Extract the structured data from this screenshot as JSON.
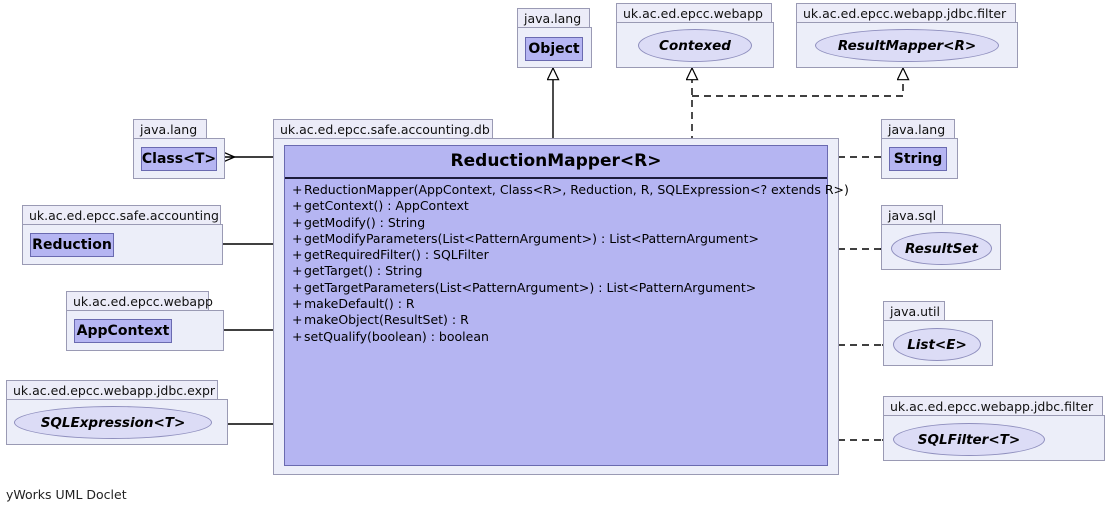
{
  "diagram": {
    "tool_credit": "yWorks UML Doclet",
    "colors": {
      "class_fill": "#b5b5f2",
      "class_border": "#6a6ab0",
      "interface_fill": "#dcdcf6",
      "interface_border": "#8f8fbe",
      "package_fill": "#eceef9",
      "package_border": "#9a9ab4",
      "edge": "#000000",
      "background": "#ffffff"
    }
  },
  "main_class": {
    "package": "uk.ac.ed.epcc.safe.accounting.db",
    "name": "ReductionMapper<R>",
    "stereotype": "class",
    "members": [
      {
        "visibility": "+",
        "signature": "ReductionMapper(AppContext, Class<R>, Reduction, R, SQLExpression<? extends R>)"
      },
      {
        "visibility": "+",
        "signature": "getContext() : AppContext"
      },
      {
        "visibility": "+",
        "signature": "getModify() : String"
      },
      {
        "visibility": "+",
        "signature": "getModifyParameters(List<PatternArgument>) : List<PatternArgument>"
      },
      {
        "visibility": "+",
        "signature": "getRequiredFilter() : SQLFilter"
      },
      {
        "visibility": "+",
        "signature": "getTarget() : String"
      },
      {
        "visibility": "+",
        "signature": "getTargetParameters(List<PatternArgument>) : List<PatternArgument>"
      },
      {
        "visibility": "+",
        "signature": "makeDefault() : R"
      },
      {
        "visibility": "+",
        "signature": "makeObject(ResultSet) : R"
      },
      {
        "visibility": "+",
        "signature": "setQualify(boolean) : boolean"
      }
    ]
  },
  "nodes": {
    "object": {
      "package": "java.lang",
      "name": "Object",
      "kind": "class"
    },
    "contexed": {
      "package": "uk.ac.ed.epcc.webapp",
      "name": "Contexed",
      "kind": "interface"
    },
    "result_mapper": {
      "package": "uk.ac.ed.epcc.webapp.jdbc.filter",
      "name": "ResultMapper<R>",
      "kind": "interface"
    },
    "class_t": {
      "package": "java.lang",
      "name": "Class<T>",
      "kind": "class"
    },
    "reduction": {
      "package": "uk.ac.ed.epcc.safe.accounting",
      "name": "Reduction",
      "kind": "class"
    },
    "app_context": {
      "package": "uk.ac.ed.epcc.webapp",
      "name": "AppContext",
      "kind": "class"
    },
    "sql_expression": {
      "package": "uk.ac.ed.epcc.webapp.jdbc.expr",
      "name": "SQLExpression<T>",
      "kind": "interface"
    },
    "string": {
      "package": "java.lang",
      "name": "String",
      "kind": "class"
    },
    "result_set": {
      "package": "java.sql",
      "name": "ResultSet",
      "kind": "interface"
    },
    "list_e": {
      "package": "java.util",
      "name": "List<E>",
      "kind": "interface"
    },
    "sql_filter": {
      "package": "uk.ac.ed.epcc.webapp.jdbc.filter",
      "name": "SQLFilter<T>",
      "kind": "interface"
    }
  },
  "relationships": [
    {
      "from": "ReductionMapper<R>",
      "to": "Object",
      "type": "generalization",
      "line": "solid"
    },
    {
      "from": "ReductionMapper<R>",
      "to": "Contexed",
      "type": "realization",
      "line": "dashed"
    },
    {
      "from": "ReductionMapper<R>",
      "to": "ResultMapper<R>",
      "type": "realization",
      "line": "dashed"
    },
    {
      "from": "ReductionMapper<R>",
      "to": "Class<T>",
      "type": "association",
      "line": "solid"
    },
    {
      "from": "ReductionMapper<R>",
      "to": "Reduction",
      "type": "association",
      "line": "solid"
    },
    {
      "from": "ReductionMapper<R>",
      "to": "AppContext",
      "type": "association",
      "line": "solid"
    },
    {
      "from": "ReductionMapper<R>",
      "to": "SQLExpression<T>",
      "type": "association",
      "line": "solid"
    },
    {
      "from": "ReductionMapper<R>",
      "to": "String",
      "type": "dependency",
      "line": "dashed"
    },
    {
      "from": "ReductionMapper<R>",
      "to": "ResultSet",
      "type": "dependency",
      "line": "dashed"
    },
    {
      "from": "ReductionMapper<R>",
      "to": "List<E>",
      "type": "dependency",
      "line": "dashed"
    },
    {
      "from": "ReductionMapper<R>",
      "to": "SQLFilter<T>",
      "type": "dependency",
      "line": "dashed"
    }
  ]
}
